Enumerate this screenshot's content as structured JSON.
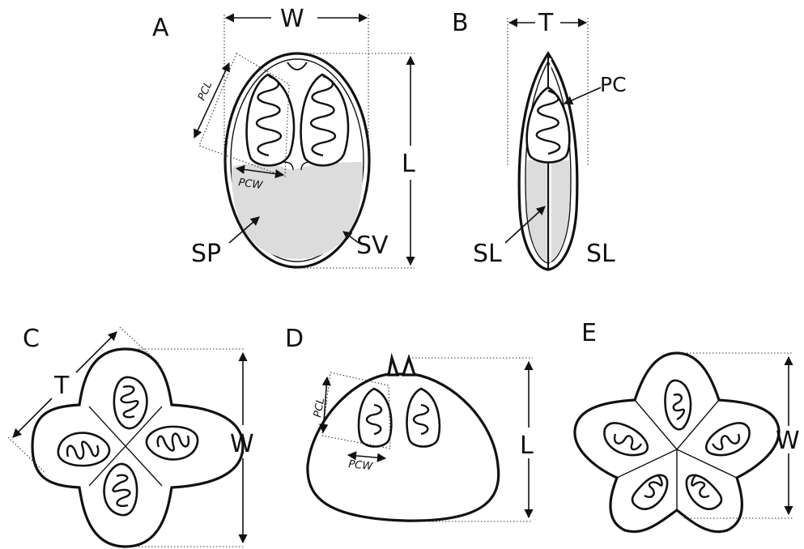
{
  "panels": {
    "a": {
      "label": "A",
      "dims": {
        "width": "W",
        "length": "L",
        "pc_length": "PCL",
        "pc_width": "PCW"
      },
      "parts": {
        "sp": "SP",
        "sv": "SV"
      }
    },
    "b": {
      "label": "B",
      "dims": {
        "thickness": "T"
      },
      "parts": {
        "pc": "PC",
        "sl_left": "SL",
        "sl_right": "SL"
      }
    },
    "c": {
      "label": "C",
      "dims": {
        "thickness": "T",
        "width": "W"
      }
    },
    "d": {
      "label": "D",
      "dims": {
        "length": "L",
        "pc_length": "PCL",
        "pc_width": "PCW"
      }
    },
    "e": {
      "label": "E",
      "dims": {
        "width": "W"
      }
    }
  },
  "colors": {
    "line": "#111111",
    "sporoplasm_fill": "#dcdcdc",
    "background": "#ffffff"
  }
}
